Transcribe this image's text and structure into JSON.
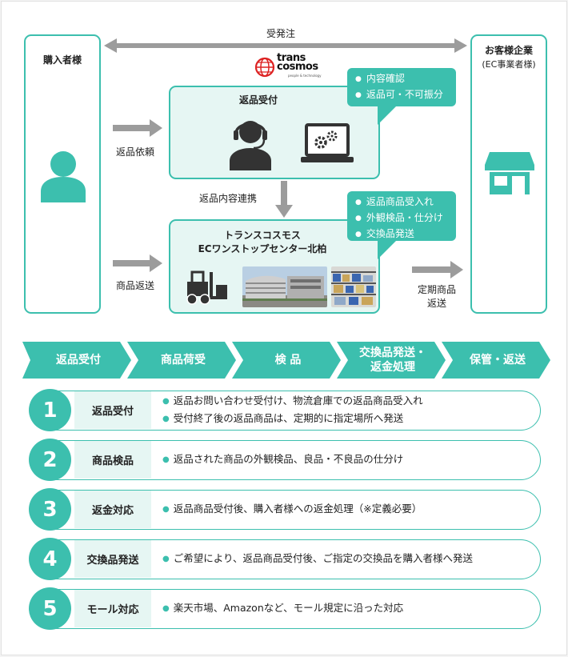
{
  "top_arrow_label": "受発注",
  "purchaser": {
    "label": "購入者様"
  },
  "client": {
    "label": "お客様企業",
    "sublabel": "(EC事業者様)"
  },
  "logo": {
    "line1": "trans",
    "line2": "cosmos",
    "tagline": "people & technology"
  },
  "return_reception": {
    "title": "返品受付",
    "bubble": [
      "内容確認",
      "返品可・不可振分"
    ]
  },
  "center": {
    "title_line1": "トランスコスモス",
    "title_line2": "ECワンストップセンター北柏",
    "bubble": [
      "返品商品受入れ",
      "外観検品・仕分け",
      "交換品発送"
    ]
  },
  "flows": {
    "return_request": "返品依頼",
    "product_return": "商品返送",
    "content_link": "返品内容連携",
    "periodic_line1": "定期商品",
    "periodic_line2": "返送"
  },
  "steps": [
    {
      "line1": "返品受付",
      "line2": ""
    },
    {
      "line1": "商品荷受",
      "line2": ""
    },
    {
      "line1": "検 品",
      "line2": ""
    },
    {
      "line1": "交換品発送・",
      "line2": "返金処理"
    },
    {
      "line1": "保管・返送",
      "line2": ""
    }
  ],
  "rows": [
    {
      "num": "1",
      "label": "返品受付",
      "items": [
        "返品お問い合わせ受付け、物流倉庫での返品商品受入れ",
        "受付終了後の返品商品は、定期的に指定場所へ発送"
      ]
    },
    {
      "num": "2",
      "label": "商品検品",
      "items": [
        "返品された商品の外観検品、良品・不良品の仕分け"
      ]
    },
    {
      "num": "3",
      "label": "返金対応",
      "items": [
        "返品商品受付後、購入者様への返金処理（※定義必要）"
      ]
    },
    {
      "num": "4",
      "label": "交換品発送",
      "items": [
        "ご希望により、返品商品受付後、ご指定の交換品を購入者様へ発送"
      ]
    },
    {
      "num": "5",
      "label": "モール対応",
      "items": [
        "楽天市場、Amazonなど、モール規定に沿った対応"
      ]
    }
  ],
  "colors": {
    "teal": "#3cbfae",
    "light_teal": "#e6f6f3",
    "arrow_gray": "#9c9c9c"
  }
}
